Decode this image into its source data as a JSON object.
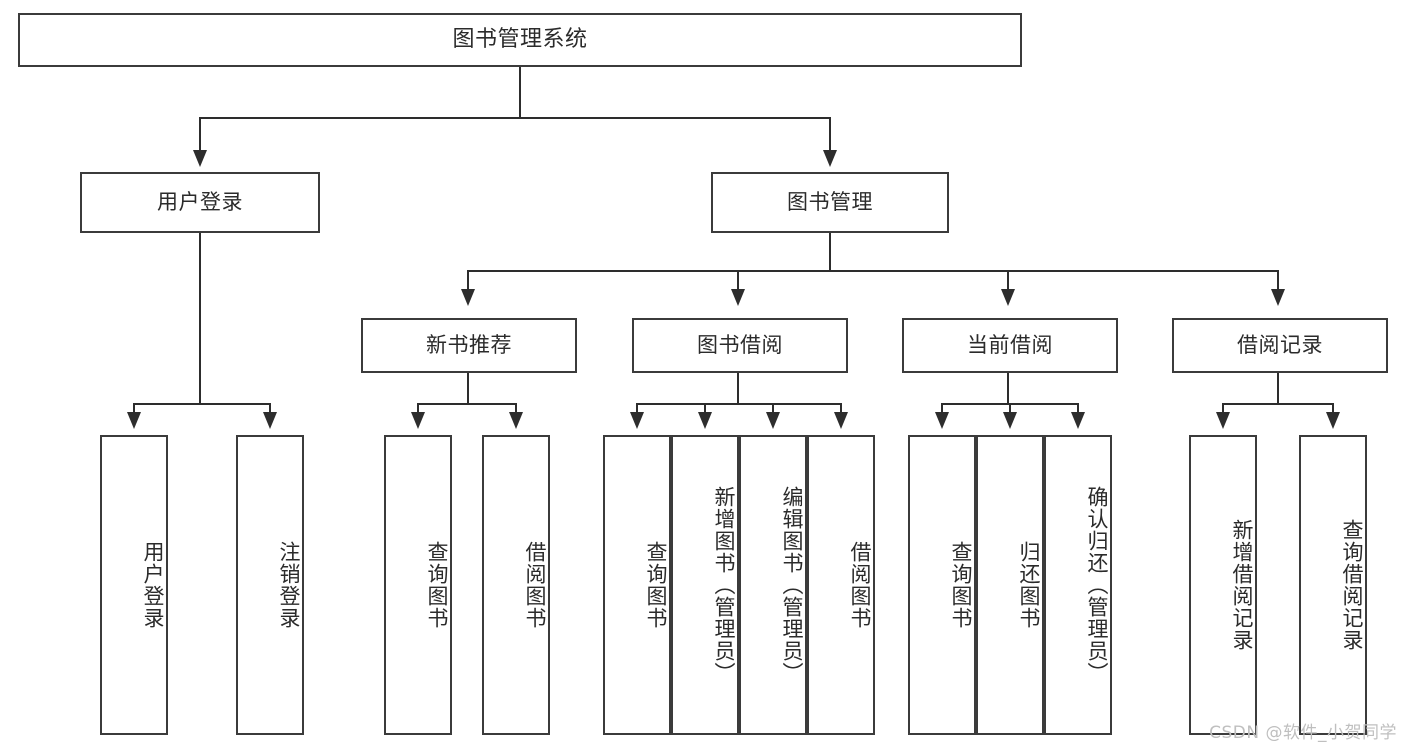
{
  "diagram": {
    "type": "hierarchy-tree",
    "title": "图书管理系统",
    "root": {
      "label": "图书管理系统"
    },
    "level2": [
      {
        "label": "用户登录"
      },
      {
        "label": "图书管理"
      }
    ],
    "level3": [
      {
        "label": "新书推荐"
      },
      {
        "label": "图书借阅"
      },
      {
        "label": "当前借阅"
      },
      {
        "label": "借阅记录"
      }
    ],
    "leaves": {
      "user_login": [
        {
          "label": "用户登录"
        },
        {
          "label": "注销登录"
        }
      ],
      "new_book_recommend": [
        {
          "label": "查询图书"
        },
        {
          "label": "借阅图书"
        }
      ],
      "book_borrow": [
        {
          "label": "查询图书"
        },
        {
          "label": "新增图书（管理员）"
        },
        {
          "label": "编辑图书（管理员）"
        },
        {
          "label": "借阅图书"
        }
      ],
      "current_borrow": [
        {
          "label": "查询图书"
        },
        {
          "label": "归还图书"
        },
        {
          "label": "确认归还（管理员）"
        }
      ],
      "borrow_record": [
        {
          "label": "新增借阅记录"
        },
        {
          "label": "查询借阅记录"
        }
      ]
    }
  },
  "watermark": {
    "text": "CSDN @软件_小贺同学"
  },
  "colors": {
    "box_border": "#3b3b3b",
    "edge": "#2d2d2d",
    "text": "#2b2b2b",
    "background": "#ffffff",
    "watermark": "#bfbfbf"
  }
}
